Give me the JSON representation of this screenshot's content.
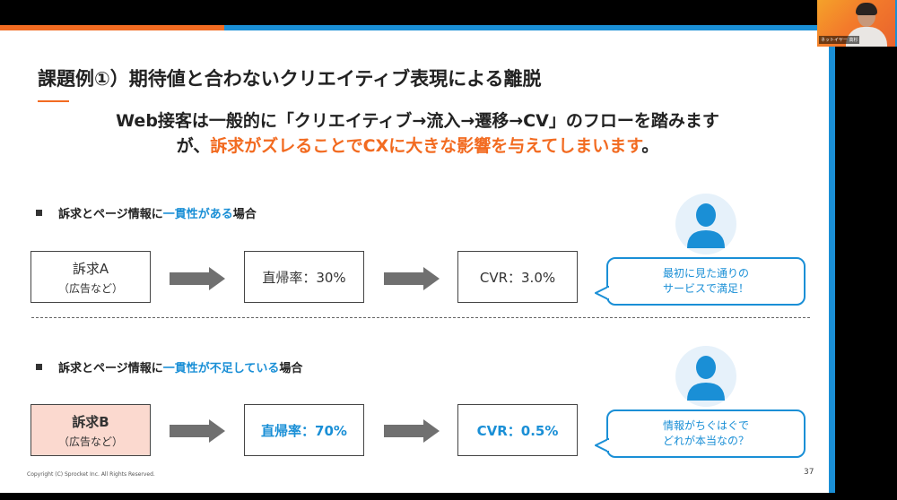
{
  "slide": {
    "title": "課題例①）期待値と合わないクリエイティブ表現による離脱",
    "lead_line1": "Web接客は一般的に「クリエイティブ→流入→遷移→CV」のフローを踏みます",
    "lead_line2_prefix": "が、",
    "lead_line2_accent": "訴求がズレることでCXに大きな影響を与えてしまいます",
    "lead_line2_suffix": "。",
    "case_a": {
      "heading_prefix": "訴求とページ情報に",
      "heading_accent": "一貫性がある",
      "heading_suffix": "場合",
      "box1_title": "訴求A",
      "box1_sub": "（広告など）",
      "box2": "直帰率：30%",
      "box3": "CVR：3.0%",
      "bubble_line1": "最初に見た通りの",
      "bubble_line2": "サービスで満足！"
    },
    "case_b": {
      "heading_prefix": "訴求とページ情報に",
      "heading_accent": "一貫性が不足している",
      "heading_suffix": "場合",
      "box1_title": "訴求B",
      "box1_sub": "（広告など）",
      "box2": "直帰率：70%",
      "box3": "CVR：0.5%",
      "bubble_line1": "情報がちぐはぐで",
      "bubble_line2": "どれが本当なの？"
    },
    "copyright": "Copyright (C) Sprocket Inc. All Rights Reserved.",
    "page_number": "37"
  },
  "webcam": {
    "name_tag": "ネットイヤー 高杉"
  },
  "colors": {
    "accent_orange": "#f26b21",
    "accent_blue": "#1a8fd6",
    "pink_box": "#fbd9cf"
  },
  "icons": [
    "arrow-right-icon",
    "person-icon",
    "speech-bubble-tail"
  ]
}
